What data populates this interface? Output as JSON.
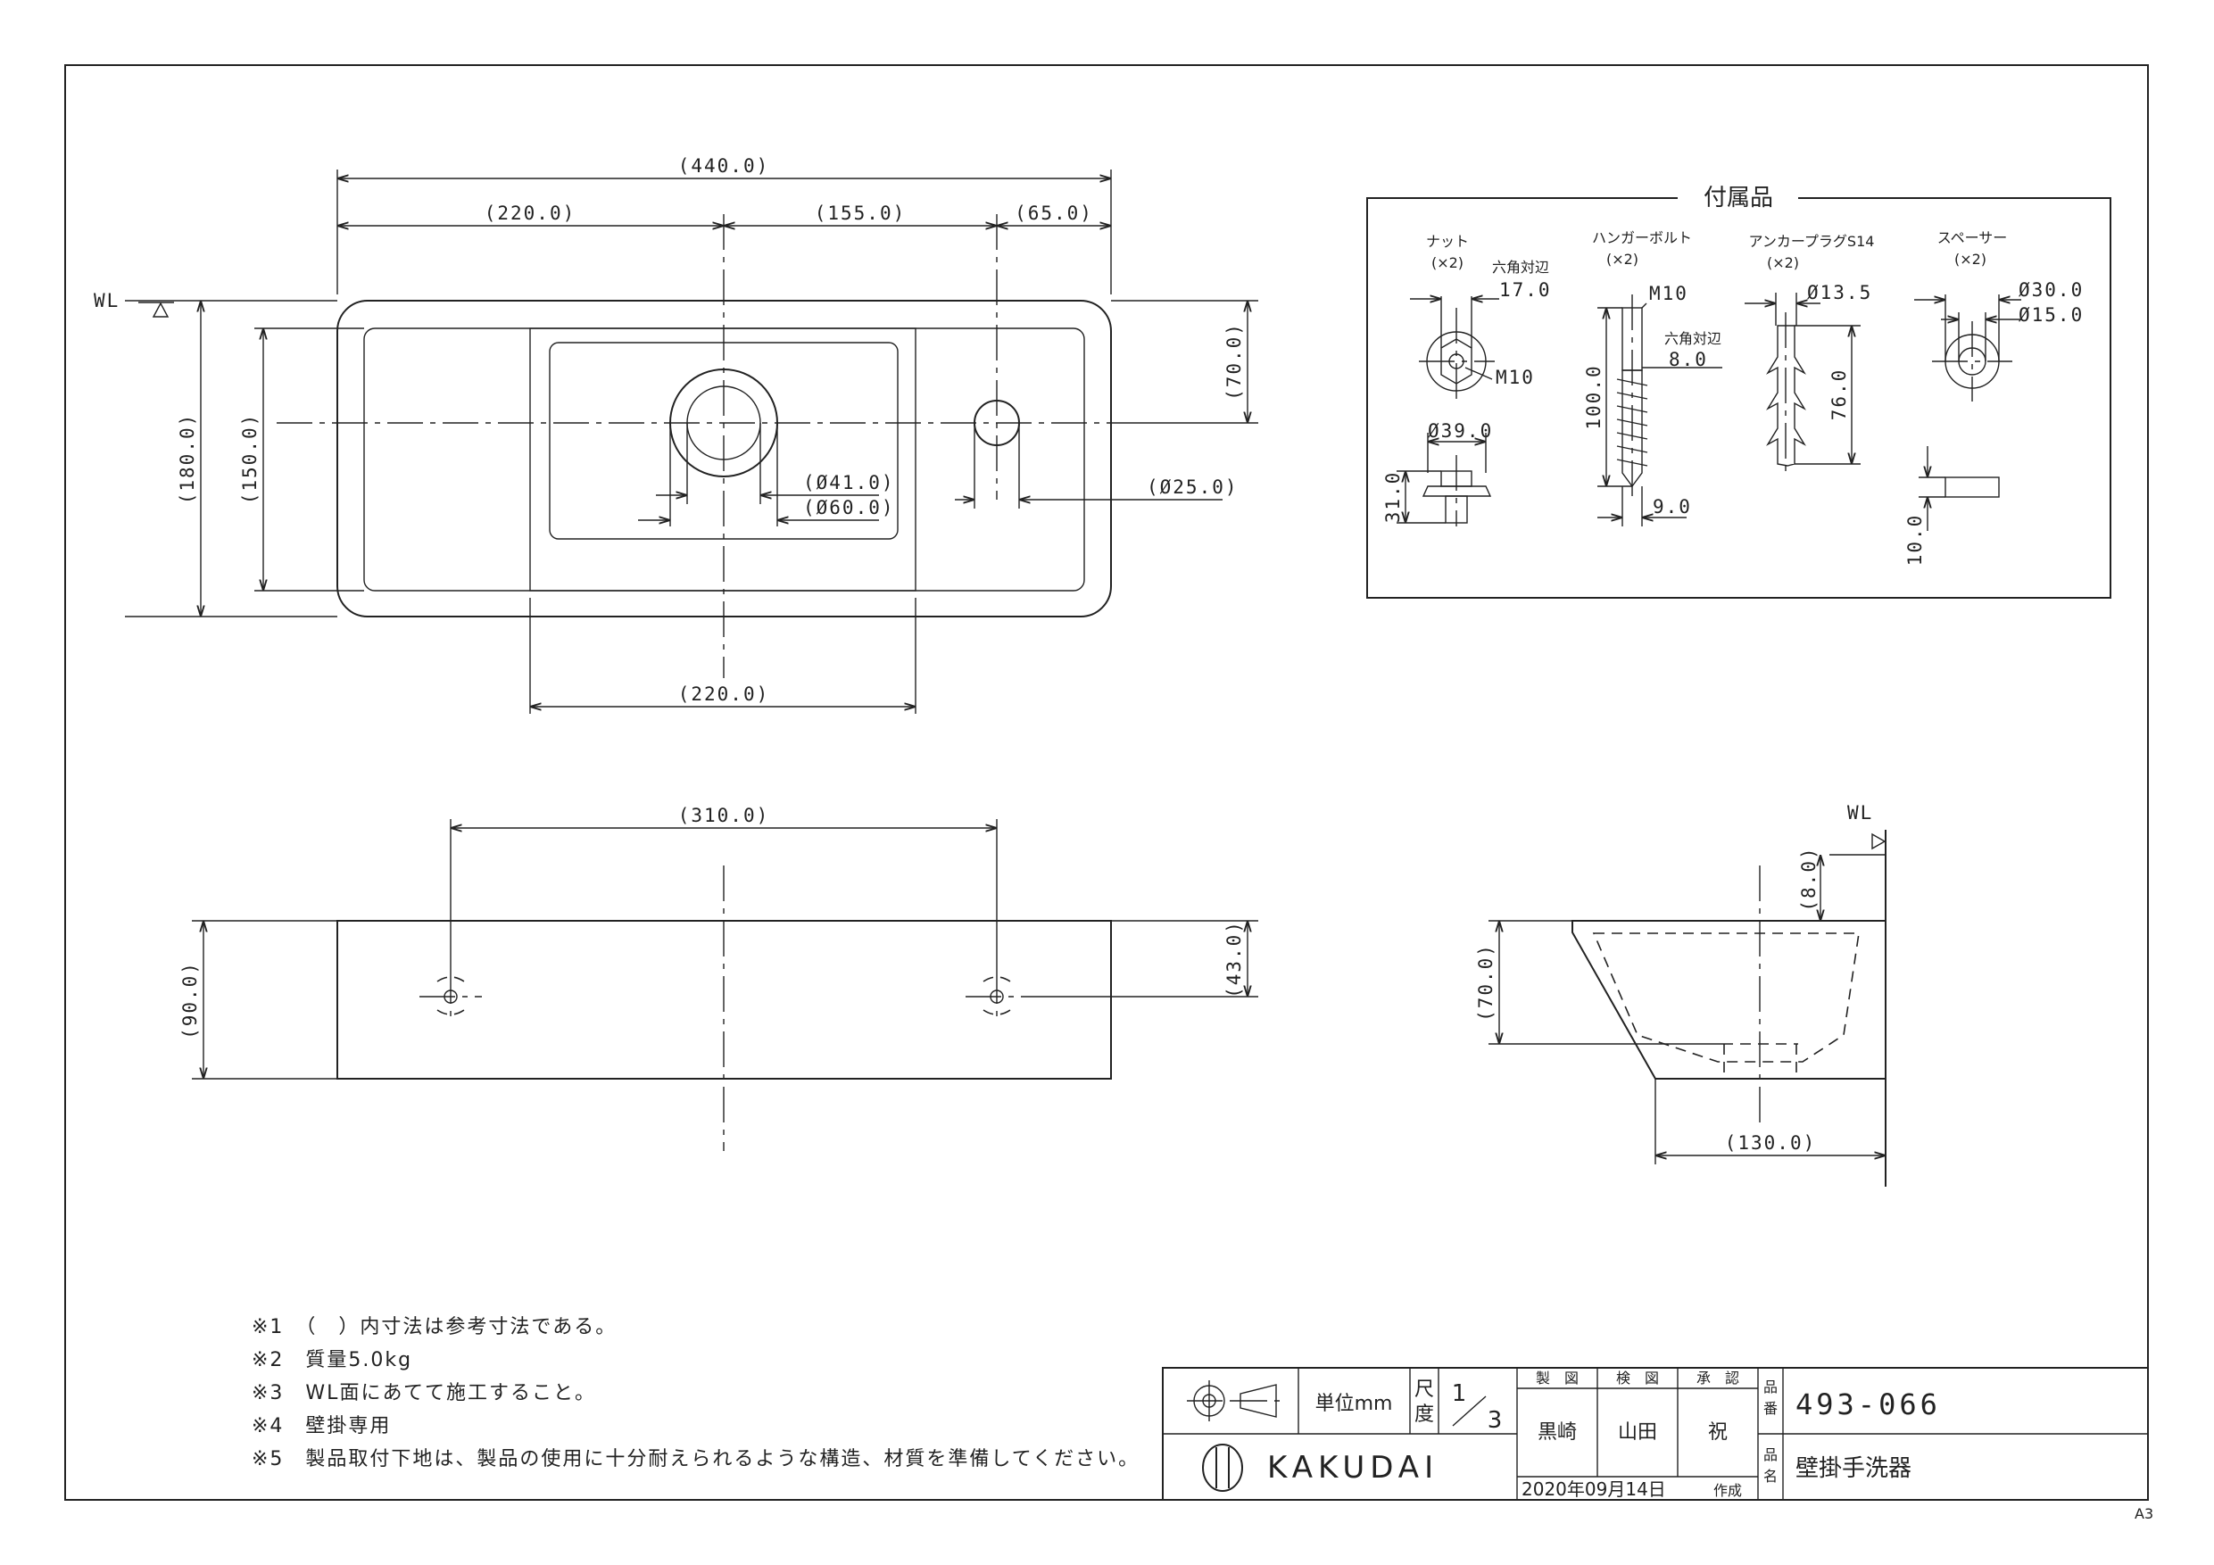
{
  "top_view": {
    "dim_overall_width": "(440.0)",
    "dim_left_to_center": "(220.0)",
    "dim_center_to_tap": "(155.0)",
    "dim_tap_to_right": "(65.0)",
    "dim_tap_depth": "(70.0)",
    "dim_overall_depth": "(180.0)",
    "dim_inner_depth": "(150.0)",
    "dim_drain_inner": "(Ø41.0)",
    "dim_drain_outer": "(Ø60.0)",
    "dim_tap_hole": "(Ø25.0)",
    "dim_bowl_width": "(220.0)",
    "wl_label": "WL"
  },
  "front_view": {
    "dim_fixing_pitch": "(310.0)",
    "dim_height": "(90.0)",
    "dim_fixing_height": "(43.0)"
  },
  "side_view": {
    "wl_label": "WL",
    "dim_rim_offset": "(8.0)",
    "dim_height": "(70.0)",
    "dim_projection": "(130.0)"
  },
  "accessories": {
    "title": "付属品",
    "nut": {
      "name": "ナット",
      "qty": "(×2)",
      "hex_label": "六角対辺",
      "hex_size": "17.0",
      "thread": "M10",
      "dia": "Ø39.0",
      "height": "31.0"
    },
    "hanger_bolt": {
      "name": "ハンガーボルト",
      "qty": "(×2)",
      "thread": "M10",
      "hex_label": "六角対辺",
      "hex_size": "8.0",
      "length": "100.0",
      "dia": "9.0"
    },
    "anchor_plug": {
      "name": "アンカープラグS14",
      "qty": "(×2)",
      "dia": "Ø13.5",
      "length": "76.0"
    },
    "spacer": {
      "name": "スペーサー",
      "qty": "(×2)",
      "outer_dia": "Ø30.0",
      "inner_dia": "Ø15.0",
      "thickness": "10.0"
    }
  },
  "notes": [
    "※1　（　）内寸法は参考寸法である。",
    "※2　質量5.0kg",
    "※3　WL面にあてて施工すること。",
    "※4　壁掛専用",
    "※5　製品取付下地は、製品の使用に十分耐えられるような構造、材質を準備してください。"
  ],
  "title_block": {
    "unit_label": "単位mm",
    "scale_label_1": "尺",
    "scale_label_2": "度",
    "scale_num": "1",
    "scale_den": "3",
    "drawn_label": "製　図",
    "checked_label": "検　図",
    "approved_label": "承　認",
    "drawn_by": "黒崎",
    "checked_by": "山田",
    "approved_by": "祝",
    "part_no_label_1": "品",
    "part_no_label_2": "番",
    "part_no": "493-066",
    "name_label_1": "品",
    "name_label_2": "名",
    "product_name": "壁掛手洗器",
    "company": "KAKUDAI",
    "date": "2020年09月14日",
    "date_suffix": "作成"
  },
  "sheet_size": "A3"
}
